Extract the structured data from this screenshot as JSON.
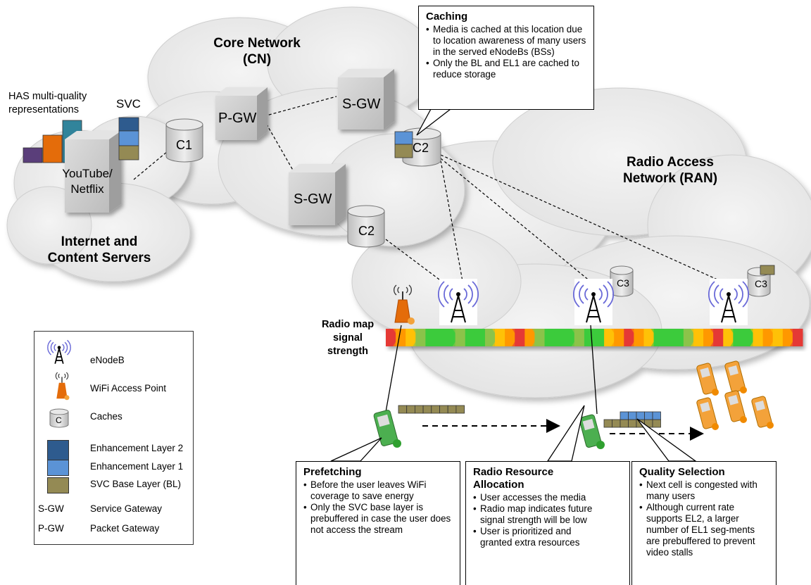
{
  "clouds": {
    "core": "Core Network\n(CN)",
    "ran": "Radio Access\nNetwork (RAN)",
    "internet": "Internet and\nContent Servers"
  },
  "has_label": "HAS multi-quality\nrepresentations",
  "svc_label": "SVC",
  "server_label": "YouTube/\nNetflix",
  "nodes": {
    "pgw": "P-GW",
    "sgw_top": "S-GW",
    "sgw_bottom": "S-GW"
  },
  "caches": {
    "c1": "C1",
    "c2_top": "C2",
    "c2_bottom": "C2",
    "c3_mid": "C3",
    "c3_right": "C3"
  },
  "radio_map_label": "Radio map\nsignal\nstrength",
  "callouts": {
    "caching": {
      "title": "Caching",
      "bullets": [
        "Media is cached at this location due to location awareness of many users in the served eNodeBs (BSs)",
        "Only the BL and EL1 are cached to reduce storage"
      ]
    },
    "prefetching": {
      "title": "Prefetching",
      "bullets": [
        "Before the user leaves WiFi coverage to save energy",
        "Only the SVC base layer is prebuffered in case the user does not access the stream"
      ]
    },
    "radio_resource": {
      "title": "Radio Resource Allocation",
      "bullets": [
        "User accesses the media",
        "Radio map indicates future signal strength will be low",
        "User is prioritized and granted extra resources"
      ]
    },
    "quality": {
      "title": "Quality Selection",
      "bullets": [
        "Next cell is congested with many users",
        "Although current rate supports EL2, a larger number of EL1 seg-ments are prebuffered to prevent video stalls"
      ]
    }
  },
  "legend": {
    "enodeb": "eNodeB",
    "wifi": "WiFi  Access Point",
    "caches": "Caches",
    "cache_icon_letter": "C",
    "el2": "Enhancement Layer 2",
    "el1": "Enhancement Layer 1",
    "bl": "SVC Base Layer (BL)",
    "sgw_abbr": "S-GW",
    "sgw_desc": "Service Gateway",
    "pgw_abbr": "P-GW",
    "pgw_desc": "Packet Gateway"
  },
  "colors": {
    "el2": "#2e5b8e",
    "el1": "#5b93d6",
    "bl": "#948a54",
    "bar_purple": "#5a3e7a",
    "bar_orange": "#e46c0a",
    "bar_teal": "#31849b",
    "cloud": "#ececec",
    "phone_green": "#4caf50",
    "phone_orange": "#f3a23a"
  }
}
